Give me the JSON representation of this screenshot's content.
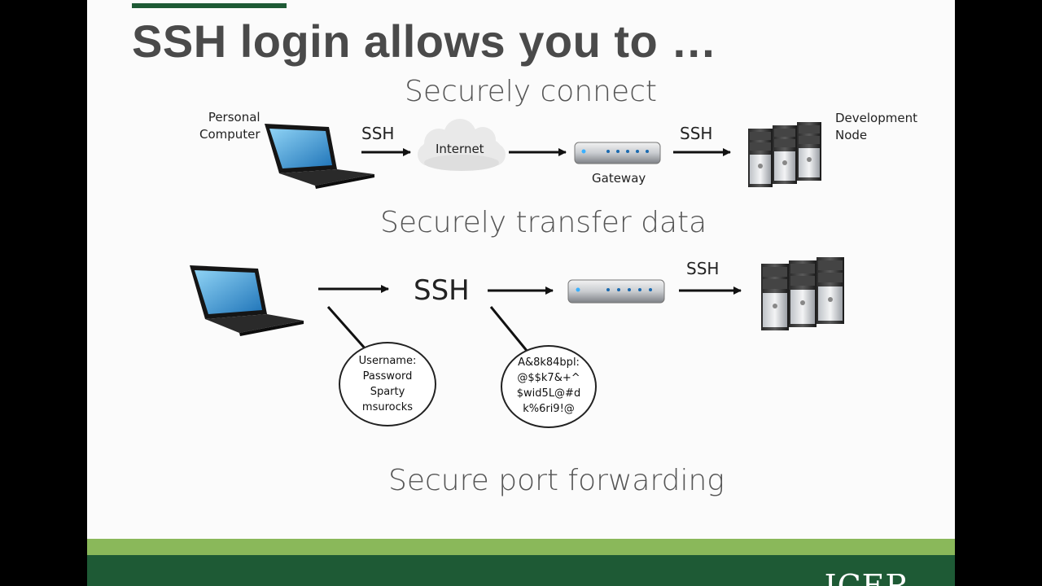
{
  "slide": {
    "title": "SSH login allows you to …",
    "section1": "Securely connect",
    "section2": "Securely transfer data",
    "section3": "Secure port forwarding",
    "personal_computer_line1": "Personal",
    "personal_computer_line2": "Computer",
    "development_node_line1": "Development",
    "development_node_line2": "Node",
    "internet": "Internet",
    "gateway": "Gateway",
    "ssh": "SSH",
    "plain_bubble": [
      "Username:",
      "Password",
      "Sparty",
      "msurocks"
    ],
    "encrypted_bubble": [
      "A&8k84bpl:",
      "@$$k7&+^",
      "$wid5L@#d",
      "k%6ri9!@"
    ],
    "footer_logo_text": "ICER"
  },
  "colors": {
    "brand_dark_green": "#1e5a35",
    "brand_light_green": "#8ab85a",
    "title_gray": "#4a4a4a"
  }
}
